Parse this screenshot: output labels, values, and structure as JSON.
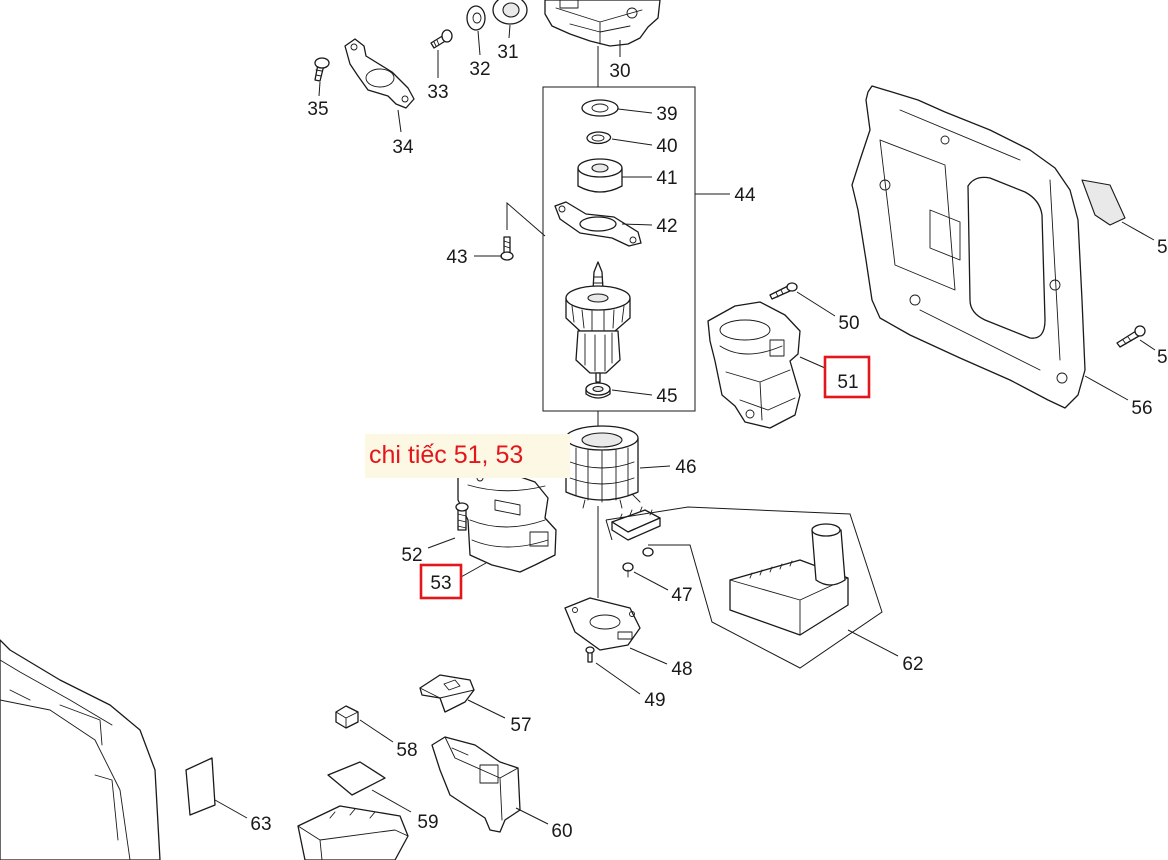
{
  "labels": {
    "p30": "30",
    "p31": "31",
    "p32": "32",
    "p33": "33",
    "p34": "34",
    "p35": "35",
    "p39": "39",
    "p40": "40",
    "p41": "41",
    "p42": "42",
    "p43": "43",
    "p44": "44",
    "p45": "45",
    "p46": "46",
    "p47": "47",
    "p48": "48",
    "p49": "49",
    "p50": "50",
    "p51": "51",
    "p52": "52",
    "p53": "53",
    "p56": "56",
    "p57": "57",
    "p58": "58",
    "p59": "59",
    "p60": "60",
    "p62": "62",
    "p63": "63",
    "p5_upper": "5",
    "p5_lower": "5"
  },
  "note": "chi tiếc 51, 53",
  "colors": {
    "highlight": "#e3161c",
    "note_background": "#fcf8e3",
    "ink": "#1a1a1a",
    "background": "#ffffff"
  }
}
